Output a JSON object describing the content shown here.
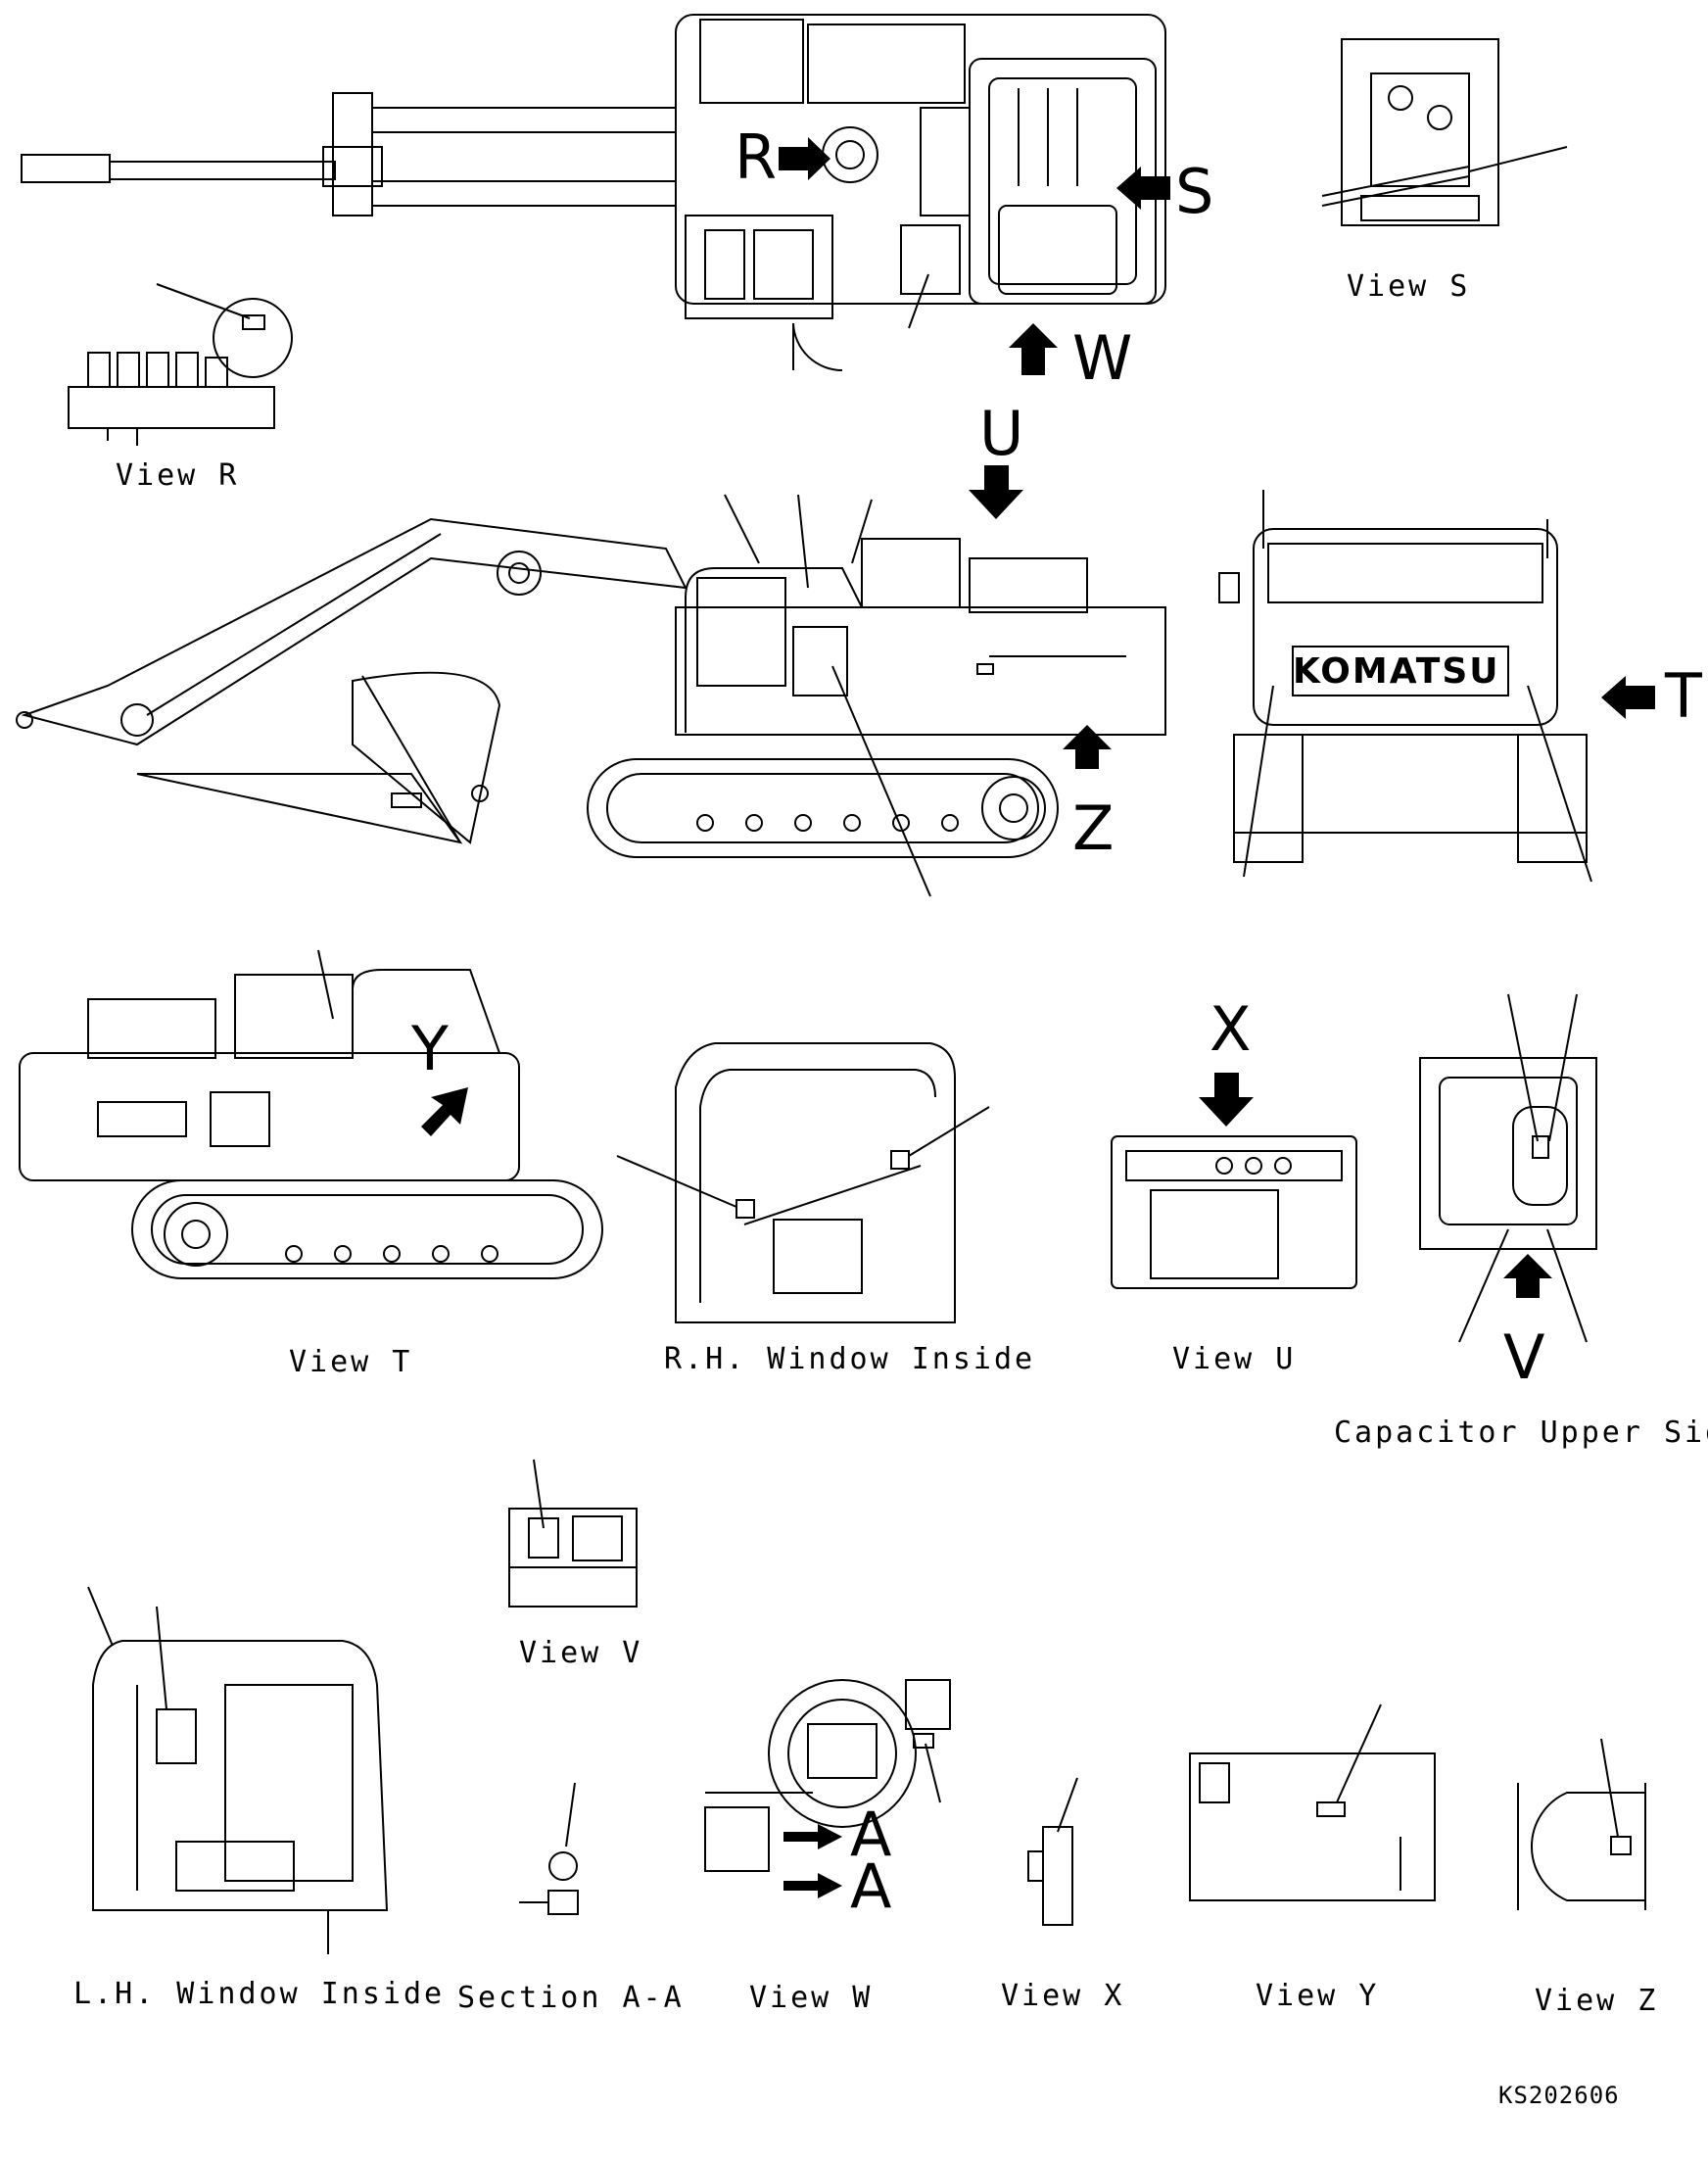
{
  "views": {
    "view_r": "View R",
    "view_s": "View S",
    "view_t": "View T",
    "rh_window": "R.H. Window Inside",
    "view_u": "View U",
    "capacitor": "Capacitor Upper Side",
    "view_v": "View V",
    "lh_window": "L.H. Window Inside",
    "section_aa": "Section A-A",
    "view_w": "View W",
    "view_x": "View X",
    "view_y": "View Y",
    "view_z": "View Z"
  },
  "arrows": {
    "r": "R",
    "s": "S",
    "w": "W",
    "u": "U",
    "t": "T",
    "z": "Z",
    "y": "Y",
    "x": "X",
    "v": "V",
    "a1": "A",
    "a2": "A"
  },
  "brand": "KOMATSU",
  "drawing_code": "KS202606"
}
